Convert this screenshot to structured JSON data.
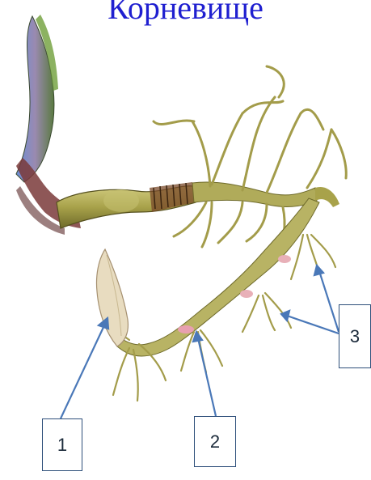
{
  "title": "Корневище",
  "labels": [
    "1",
    "2",
    "3"
  ],
  "colors": {
    "title": "#1f1fd0",
    "arrow": "#4a78b8",
    "box_border": "#2e4f7a",
    "stem": "#a8a24a",
    "root": "#b9b26a",
    "bud": "#e8b0b8"
  }
}
